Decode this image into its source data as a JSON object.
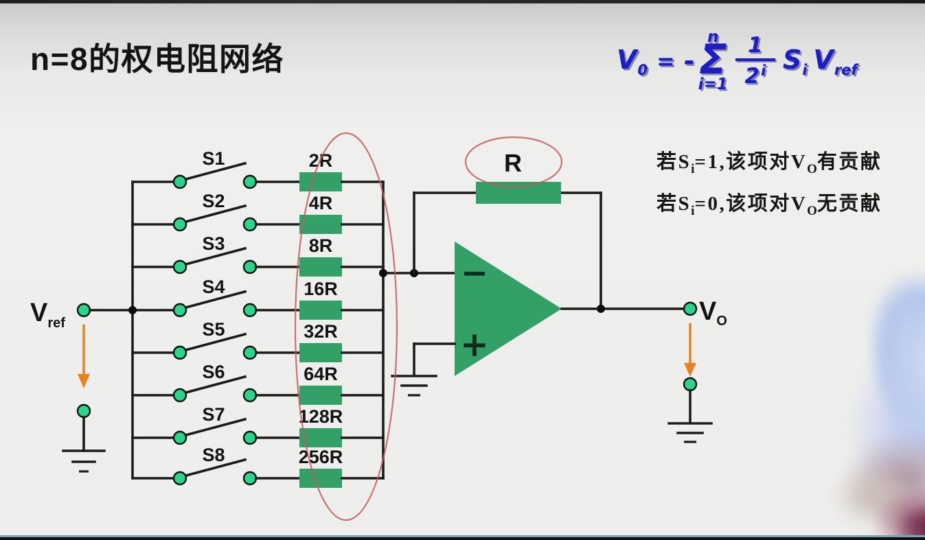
{
  "page": {
    "title": "n=8的权电阻网络"
  },
  "formula": {
    "v": "V",
    "v_sub": "0",
    "eq": "=",
    "neg": "-",
    "sigma": "Σ",
    "upper": "n",
    "lower": "i=1",
    "num": "1",
    "den": "2",
    "den_sup": "i",
    "s": "S",
    "s_sub": "i",
    "vref": "V",
    "vref_sub": "ref"
  },
  "notes": [
    {
      "pre": "若S",
      "s_sub": "i",
      "mid": "=1,该项对V",
      "v_sub": "O",
      "post": "有贡献"
    },
    {
      "pre": "若S",
      "s_sub": "i",
      "mid": "=0,该项对V",
      "v_sub": "O",
      "post": "无贡献"
    }
  ],
  "circuit": {
    "vref_label": {
      "base": "V",
      "sub": "ref"
    },
    "vout_label": {
      "base": "V",
      "sub": "O"
    },
    "feedback_resistor_label": "R",
    "opamp": {
      "minus": "−",
      "plus": "+"
    },
    "branches": [
      {
        "switch": "S1",
        "resistor": "2R"
      },
      {
        "switch": "S2",
        "resistor": "4R"
      },
      {
        "switch": "S3",
        "resistor": "8R"
      },
      {
        "switch": "S4",
        "resistor": "16R"
      },
      {
        "switch": "S5",
        "resistor": "32R"
      },
      {
        "switch": "S6",
        "resistor": "64R"
      },
      {
        "switch": "S7",
        "resistor": "128R"
      },
      {
        "switch": "S8",
        "resistor": "256R"
      }
    ]
  },
  "colors": {
    "formula_blue": "#1d1dc4",
    "component_green": "#32a067",
    "contact_green": "#2bd38b",
    "annotation_red": "#c25a5a",
    "arrow_orange": "#e8821e",
    "wire_black": "#1b1b1b"
  }
}
